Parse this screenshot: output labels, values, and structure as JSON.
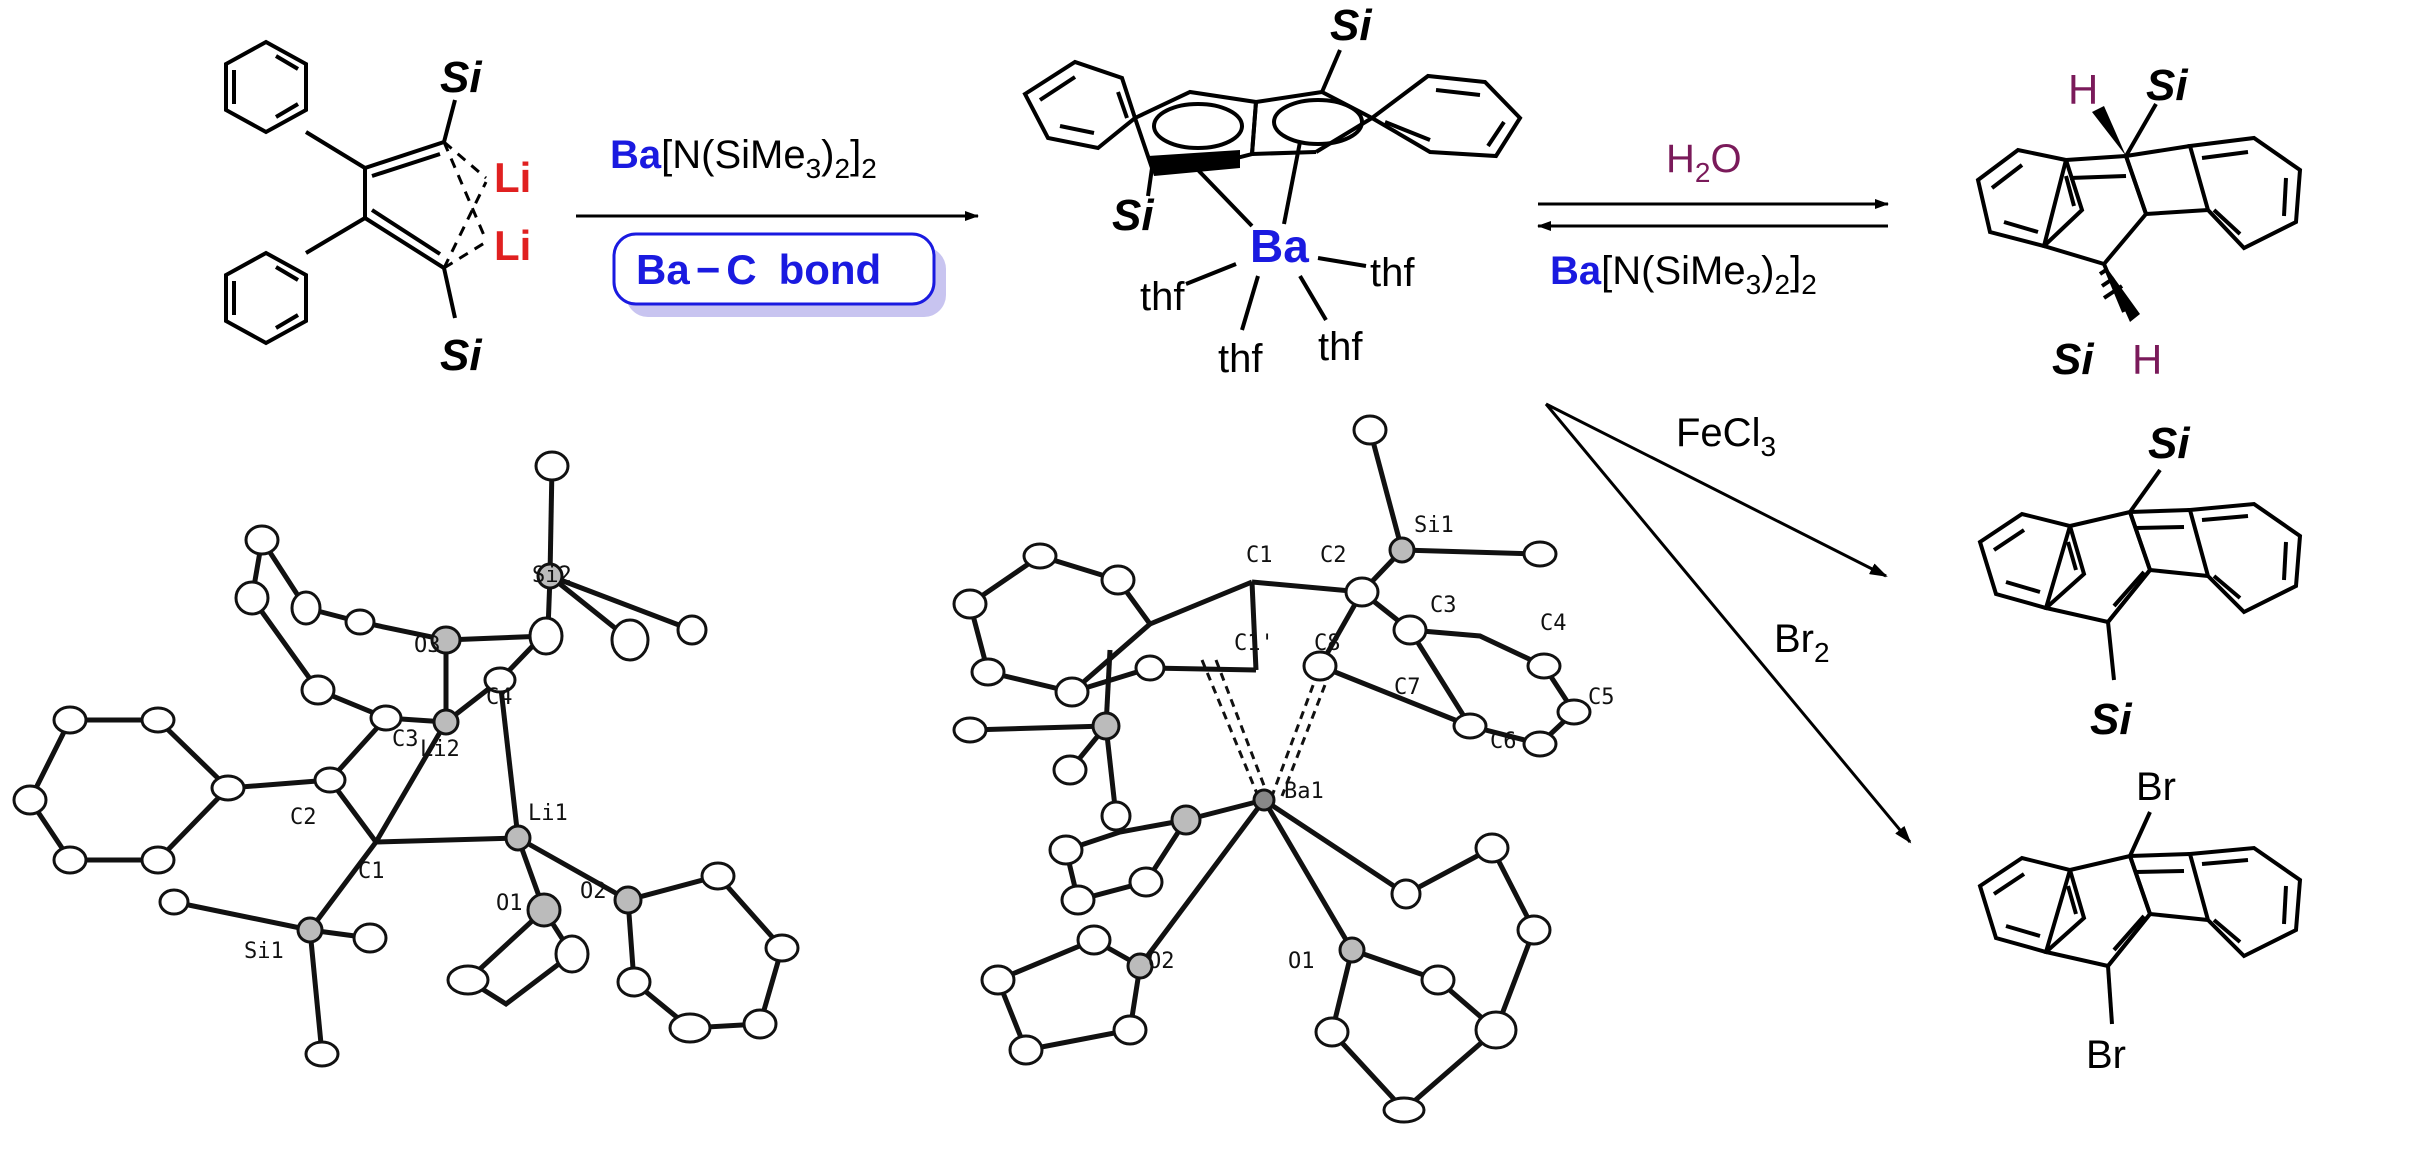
{
  "labels": {
    "si": "Si",
    "li": "Li",
    "h": "H",
    "br": "Br",
    "ba": "Ba",
    "thf": "thf"
  },
  "reagents": {
    "ba_hmds_metal": "Ba",
    "ba_hmds_ligand": "[N(SiMe",
    "sub3": "3",
    "close_paren": ")",
    "sub2": "2",
    "close_bracket": "]",
    "ba_c_bond_ba": "Ba",
    "ba_c_bond_dash": "−",
    "ba_c_bond_c": "C",
    "ba_c_bond_word": "bond",
    "water_h": "H",
    "water_sub": "2",
    "water_o": "O",
    "fecl_fe": "FeCl",
    "fecl_sub": "3",
    "br2": "Br",
    "br2_sub": "2"
  },
  "ortep_left": [
    "C1",
    "C2",
    "C3",
    "C4",
    "Li1",
    "Li2",
    "O1",
    "O2",
    "O3",
    "Si1",
    "Si2"
  ],
  "ortep_right": [
    "C1",
    "C2",
    "C3",
    "C4",
    "C5",
    "C6",
    "C7",
    "C8",
    "C1'",
    "Si1",
    "Ba1",
    "O1",
    "O2"
  ],
  "colors": {
    "lithium": "#e02020",
    "barium": "#1a1ae0",
    "hydrogen": "#7a1a5a",
    "bond_box": "#1a1ae0",
    "bond_shadow": "#c8c4f0"
  }
}
